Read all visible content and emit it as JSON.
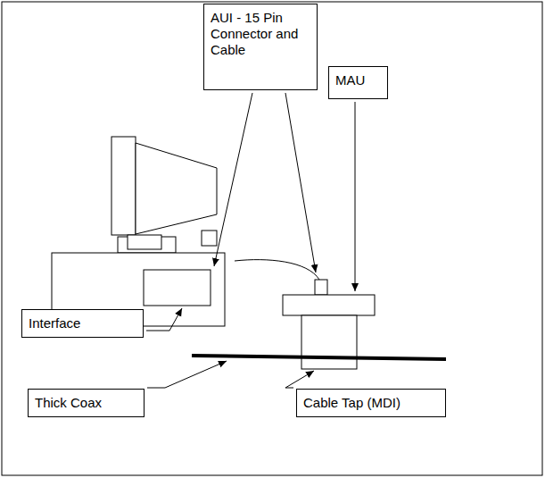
{
  "diagram": {
    "nodes": [
      {
        "text": [
          "AUI - 15 Pin Connector and Cable"
        ]
      },
      {
        "text": [
          "MAU"
        ]
      },
      {
        "text": [
          "Interface"
        ]
      },
      {
        "text": [
          "Thick Coax"
        ]
      },
      {
        "text": [
          "Cable Tap (MDI)"
        ]
      }
    ]
  }
}
